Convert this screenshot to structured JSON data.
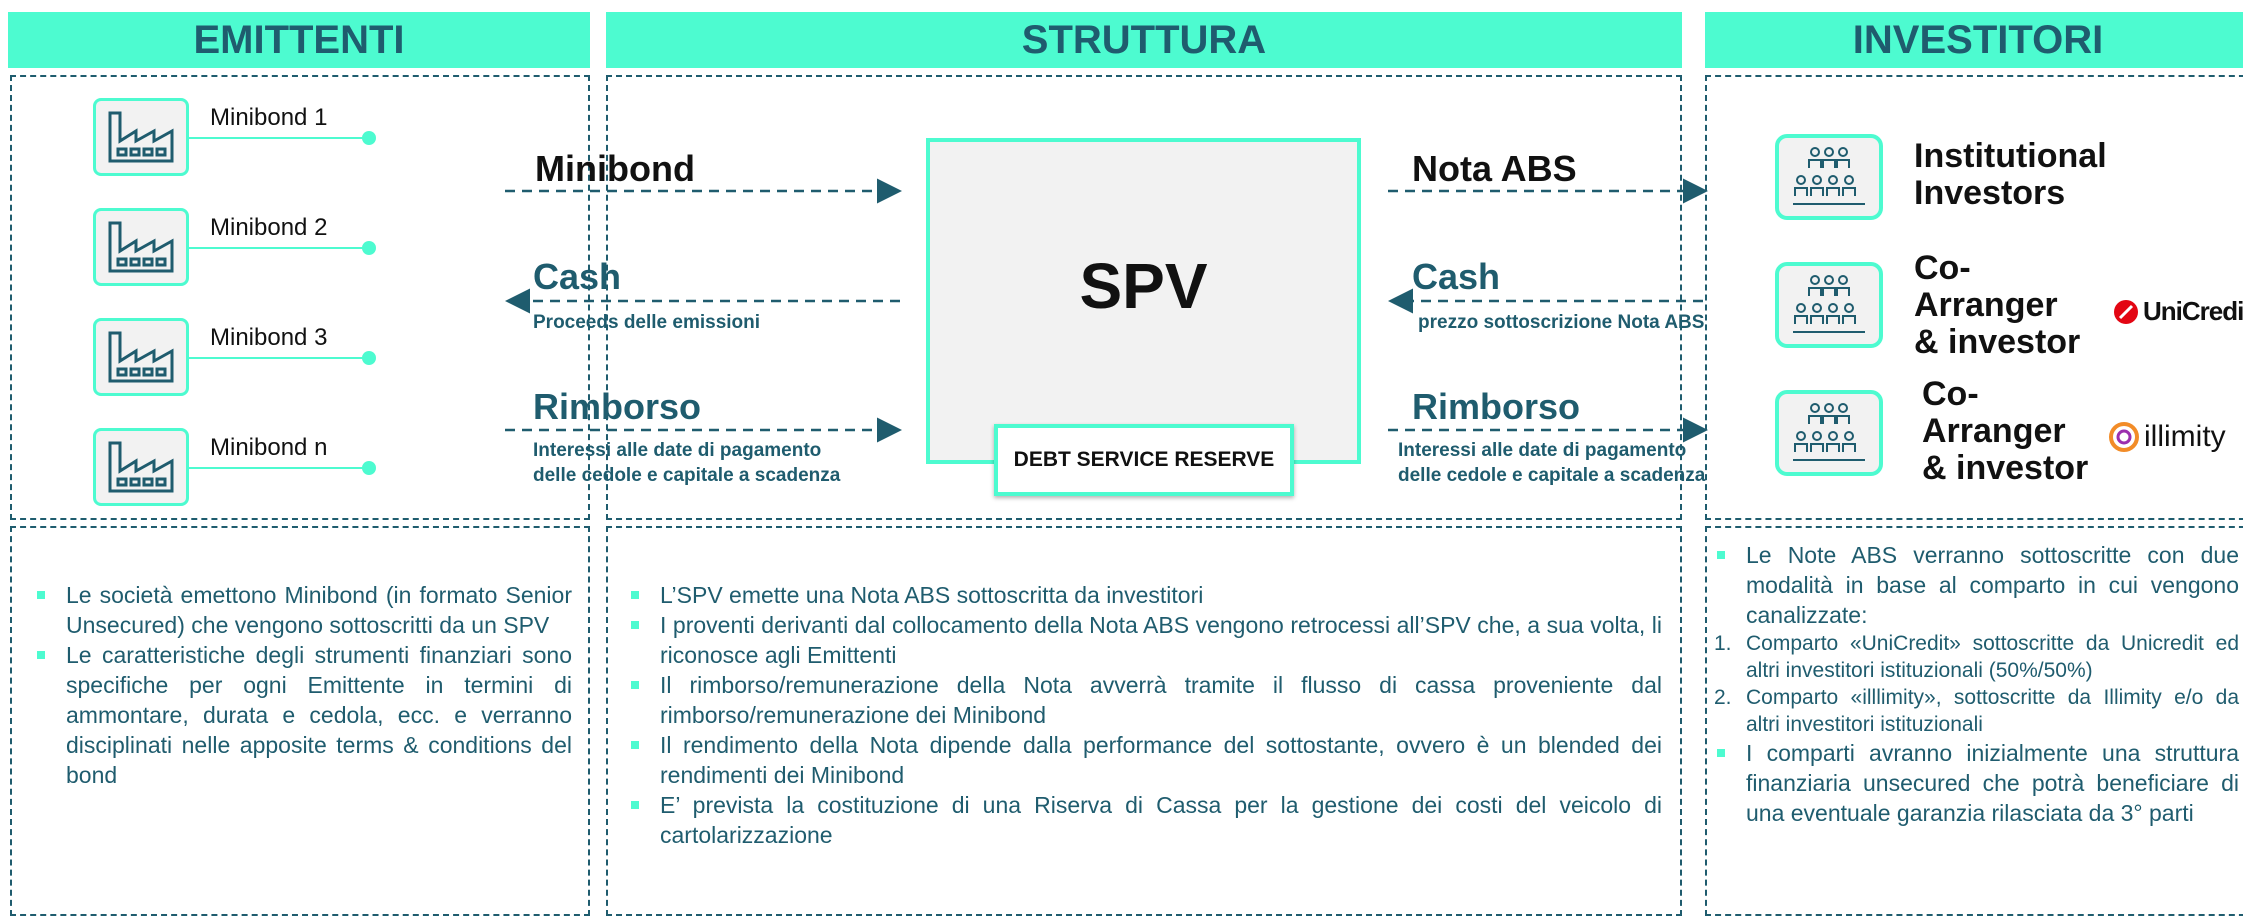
{
  "headers": {
    "emittenti": "EMITTENTI",
    "struttura": "STRUTTURA",
    "investitori": "INVESTITORI"
  },
  "issuers": [
    "Minibond 1",
    "Minibond 2",
    "Minibond 3",
    "Minibond n"
  ],
  "flows_left": {
    "minibond": "Minibond",
    "cash": "Cash",
    "cash_sub": "Proceeds delle emissioni",
    "rimborso": "Rimborso",
    "rimborso_sub1": "Interessi alle date di pagamento",
    "rimborso_sub2": "delle cedole e capitale a scadenza"
  },
  "spv": {
    "label": "SPV",
    "reserve": "DEBT SERVICE RESERVE"
  },
  "flows_right": {
    "nota": "Nota ABS",
    "cash": "Cash",
    "cash_sub": "prezzo sottoscrizione Nota ABS",
    "rimborso": "Rimborso",
    "rimborso_sub1": "Interessi alle date di pagamento",
    "rimborso_sub2": "delle cedole e capitale a scadenza"
  },
  "investors": [
    {
      "line1": "Institutional",
      "line2": "Investors",
      "line3": ""
    },
    {
      "line1": "Co-",
      "line2": "Arranger",
      "line3": "& investor",
      "logo": "UniCredit"
    },
    {
      "line1": "Co-",
      "line2": "Arranger",
      "line3": "& investor",
      "logo": "illimity"
    }
  ],
  "colors": {
    "accent": "#4dfbd0",
    "primary": "#1f5c6e",
    "unicredit_red": "#e30613",
    "illimity_orange": "#f28c28",
    "illimity_purple": "#9b2fae"
  },
  "bullets_left": [
    "Le società emettono Minibond (in formato Senior Unsecured) che vengono sottoscritti da un SPV",
    "Le caratteristiche degli strumenti finanziari sono specifiche per ogni Emittente in termini di ammontare, durata e cedola, ecc. e verranno disciplinati nelle apposite terms & conditions del bond"
  ],
  "bullets_center": [
    "L’SPV emette una Nota ABS sottoscritta da investitori",
    "I proventi derivanti dal collocamento della Nota ABS vengono retrocessi all’SPV che, a sua volta, li riconosce agli Emittenti",
    "Il rimborso/remunerazione della Nota avverrà tramite il flusso di cassa proveniente dal rimborso/remunerazione dei Minibond",
    "Il rendimento della Nota dipende dalla performance del sottostante, ovvero è un blended dei rendimenti dei Minibond",
    "E’ prevista la costituzione di una Riserva di Cassa per la gestione dei costi del veicolo di cartolarizzazione"
  ],
  "bullets_right": {
    "intro": "Le Note ABS verranno sottoscritte con due modalità in base al comparto in cui vengono canalizzate:",
    "numbered": [
      {
        "n": "1.",
        "text": "Comparto «UniCredit» sottoscritte da Unicredit ed altri investitori istituzionali (50%/50%)"
      },
      {
        "n": "2.",
        "text": "Comparto «illlimity», sottoscritte da Illimity e/o da altri investitori istituzionali"
      }
    ],
    "outro": "I comparti avranno inizialmente una struttura finanziaria unsecured che potrà beneficiare di una eventuale garanzia rilasciata da 3° parti"
  }
}
